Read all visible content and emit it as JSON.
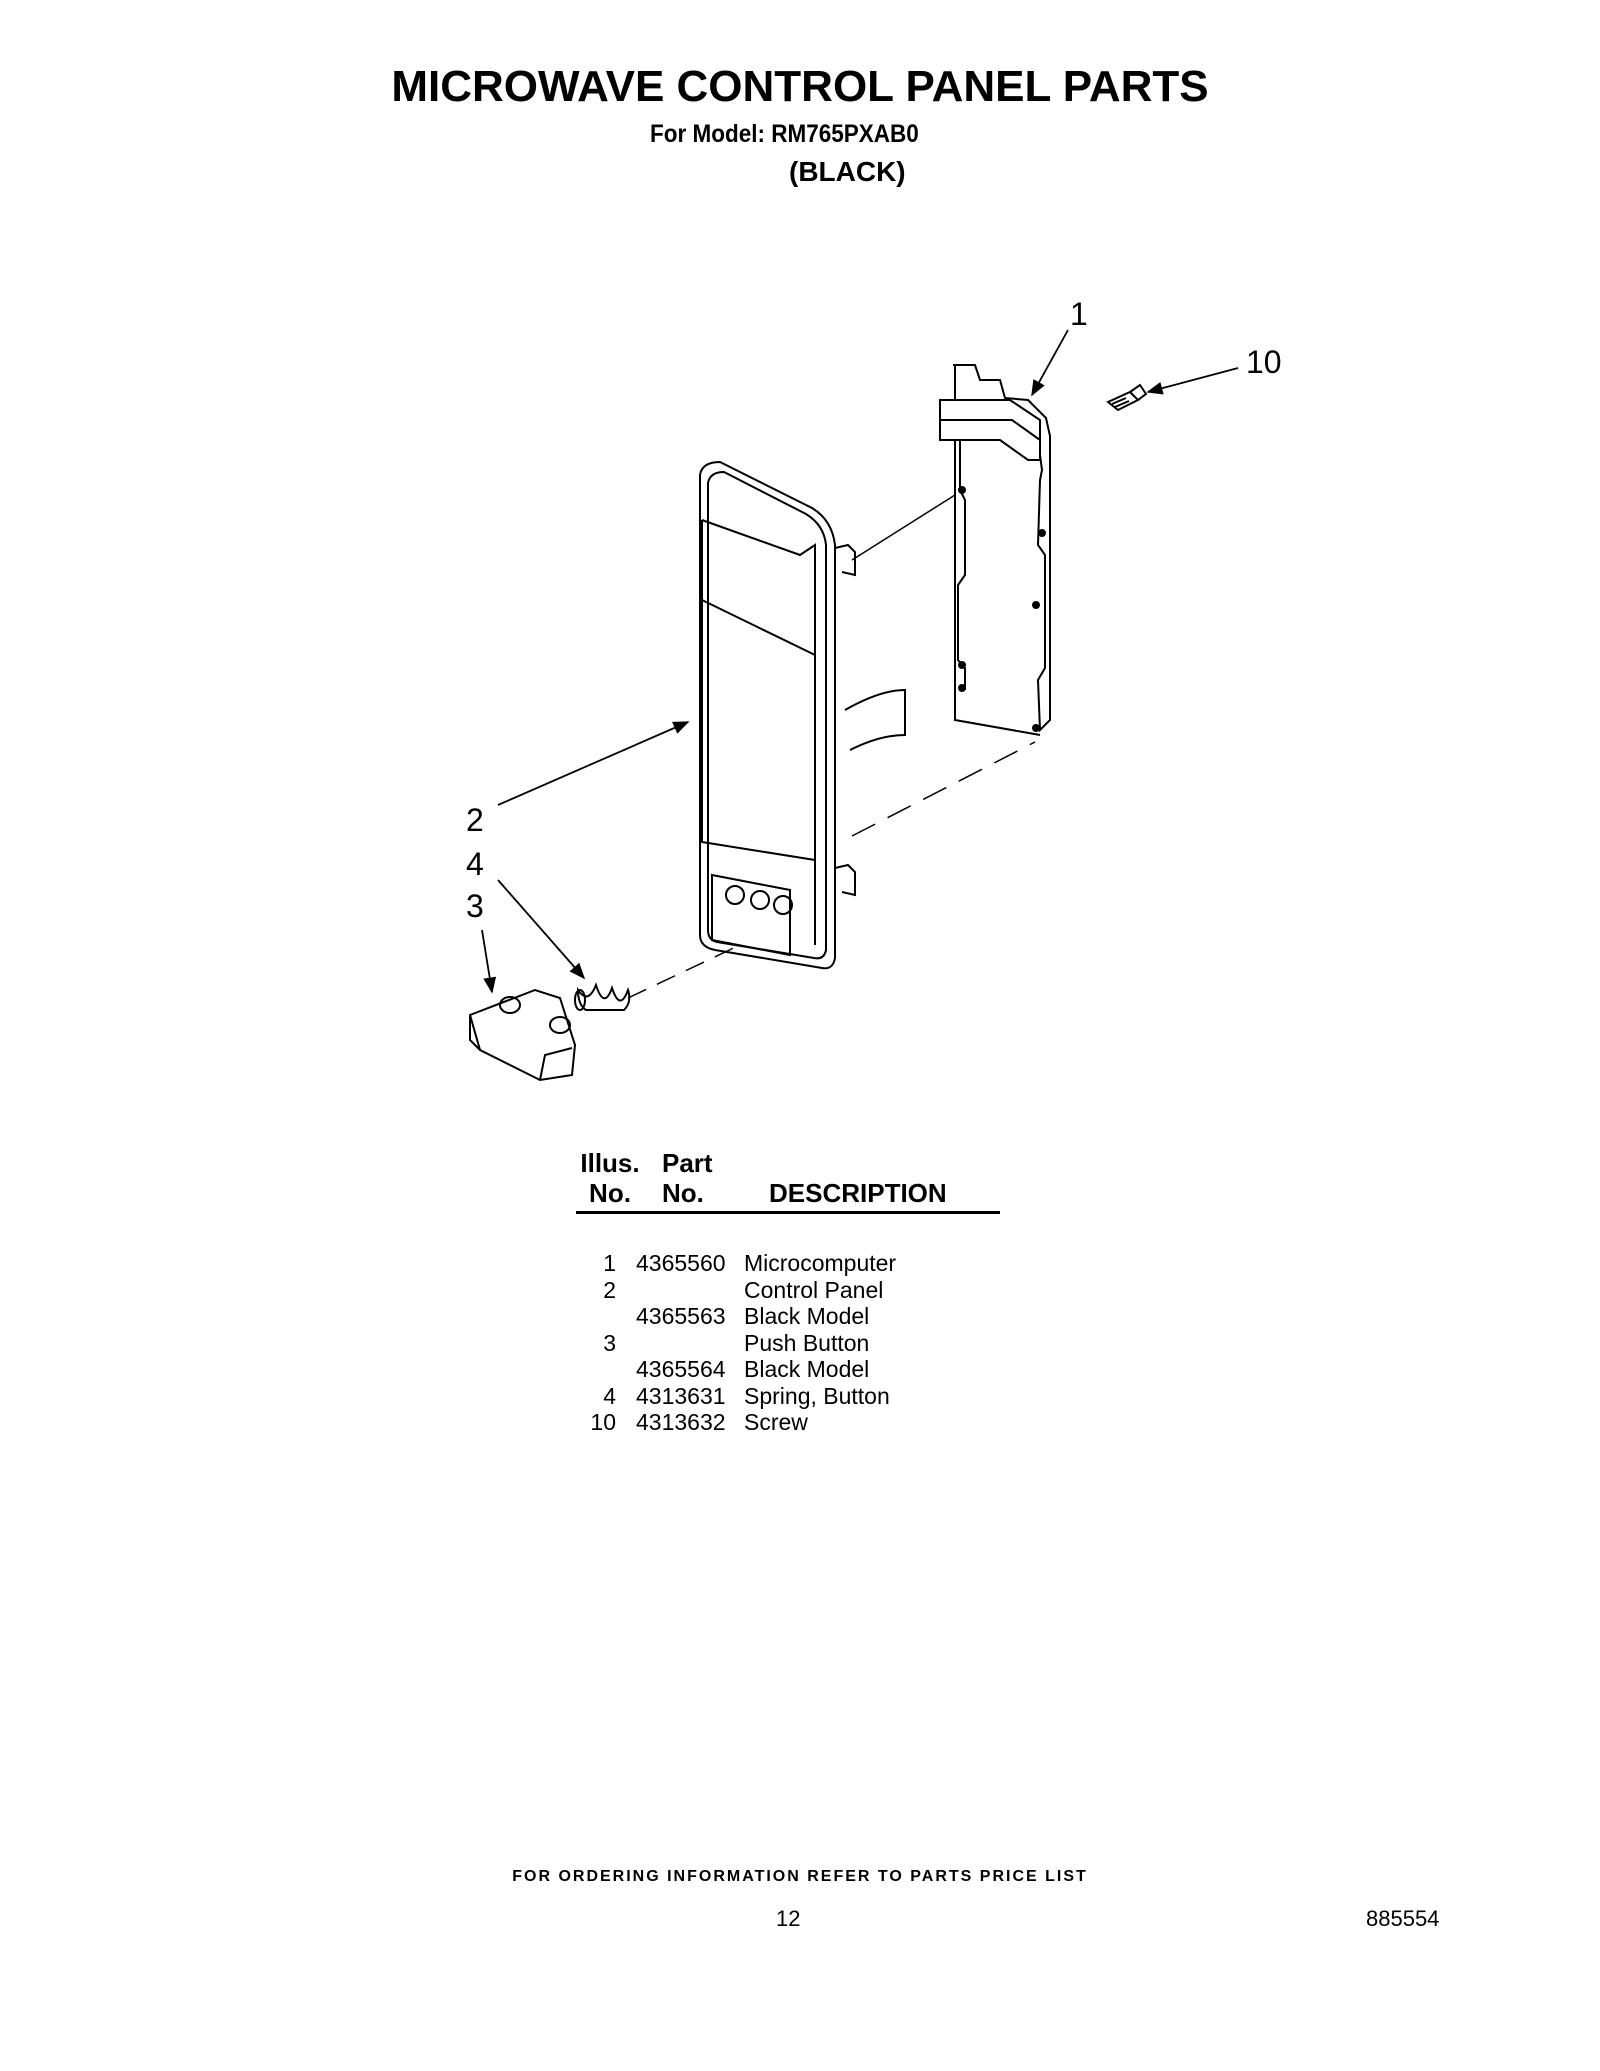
{
  "header": {
    "title": "MICROWAVE CONTROL PANEL PARTS",
    "model_line": "For Model: RM765PXAB0",
    "variant": "(BLACK)"
  },
  "diagram": {
    "callouts": [
      "1",
      "10",
      "2",
      "4",
      "3"
    ]
  },
  "table": {
    "headers": {
      "illus_top": "Illus.",
      "illus_bottom": "No.",
      "part_top": "Part",
      "part_bottom": "No.",
      "description": "DESCRIPTION"
    },
    "rows": [
      {
        "illus": "1",
        "part": "4365560",
        "desc": "Microcomputer"
      },
      {
        "illus": "2",
        "part": "",
        "desc": "Control Panel"
      },
      {
        "illus": "",
        "part": "4365563",
        "desc": "Black Model"
      },
      {
        "illus": "3",
        "part": "",
        "desc": "Push Button"
      },
      {
        "illus": "",
        "part": "4365564",
        "desc": "Black Model"
      },
      {
        "illus": "4",
        "part": "4313631",
        "desc": "Spring, Button"
      },
      {
        "illus": "10",
        "part": "4313632",
        "desc": "Screw"
      }
    ]
  },
  "footer": {
    "ordering_note": "FOR ORDERING INFORMATION REFER TO PARTS PRICE LIST",
    "page_number": "12",
    "document_number": "885554"
  }
}
